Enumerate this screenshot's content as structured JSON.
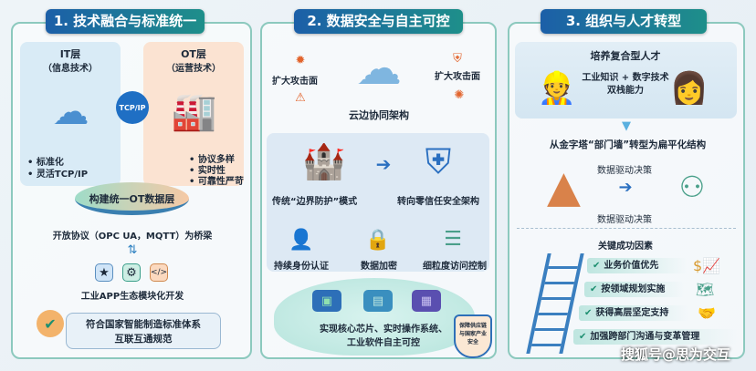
{
  "section1": {
    "title": "1. 技术融合与标准统一",
    "it": {
      "title": "IT层",
      "subtitle": "（信息技术）",
      "bullets": [
        "• 标准化",
        "• 灵活TCP/IP"
      ]
    },
    "ot": {
      "title": "OT层",
      "subtitle": "（运营技术）",
      "bullets": [
        "• 协议多样",
        "• 实时性",
        "• 可靠性严苛"
      ]
    },
    "badge": "TCP/IP",
    "data_layer": "构建统一OT数据层",
    "bridge": "开放协议（OPC UA，MQTT）为桥梁",
    "apps": "工业APP生态模块化开发",
    "standard": [
      "符合国家智能制造标准体系",
      "互联互通规范"
    ]
  },
  "section2": {
    "title": "2. 数据安全与自主可控",
    "attack_left": "扩大攻击面",
    "attack_right": "扩大攻击面",
    "cloud_edge": "云边协同架构",
    "legacy": "传统“边界防护”模式",
    "zero_trust": "转向零信任安全架构",
    "features": [
      "持续身份认证",
      "数据加密",
      "细粒度访问控制"
    ],
    "autonomy": [
      "实现核心芯片、实时操作系统、",
      "工业软件自主可控"
    ],
    "shield": [
      "保障供应链",
      "与国家产业",
      "安全"
    ]
  },
  "section3": {
    "title": "3. 组织与人才转型",
    "talent": "培养复合型人才",
    "skills": [
      "工业知识 + 数字技术",
      "双栈能力"
    ],
    "structure": "从金字塔“部门墙”转型为扁平化结构",
    "decision_top": "数据驱动决策",
    "decision_bottom": "数据驱动决策",
    "factors_title": "关键成功因素",
    "factors": [
      "业务价值优先",
      "按领域规划实施",
      "获得高层坚定支持",
      "加强跨部门沟通与变革管理"
    ]
  },
  "watermark": "搜狐号@思为交互",
  "colors": {
    "teal": "#1e8f8a",
    "blue": "#1c5fa8",
    "orange": "#f08a3c",
    "border": "#8cc9be"
  }
}
